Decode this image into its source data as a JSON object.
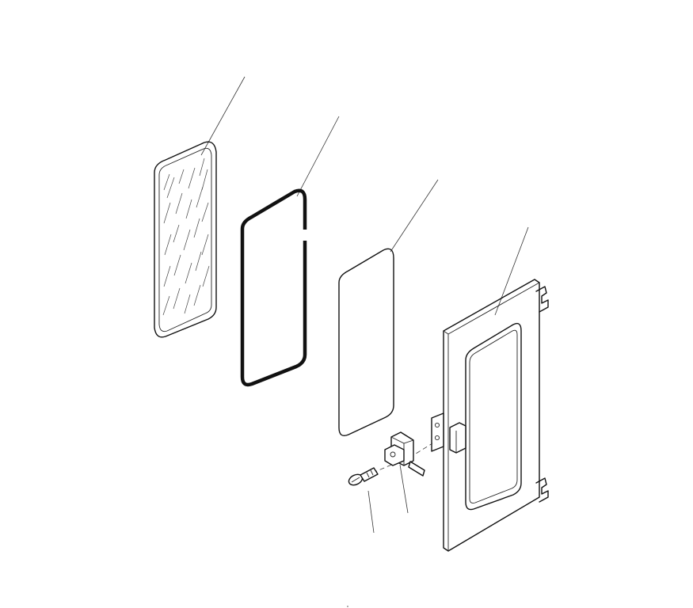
{
  "diagram": {
    "type": "exploded-parts-view",
    "labels": [],
    "parts": [
      {
        "id": "glass",
        "icon": "glass-pane-icon"
      },
      {
        "id": "seal",
        "icon": "rubber-seal-icon"
      },
      {
        "id": "panel",
        "icon": "flat-panel-icon"
      },
      {
        "id": "door",
        "icon": "door-frame-icon"
      },
      {
        "id": "latch",
        "icon": "latch-bracket-icon"
      },
      {
        "id": "bolt",
        "icon": "bolt-icon"
      }
    ]
  }
}
